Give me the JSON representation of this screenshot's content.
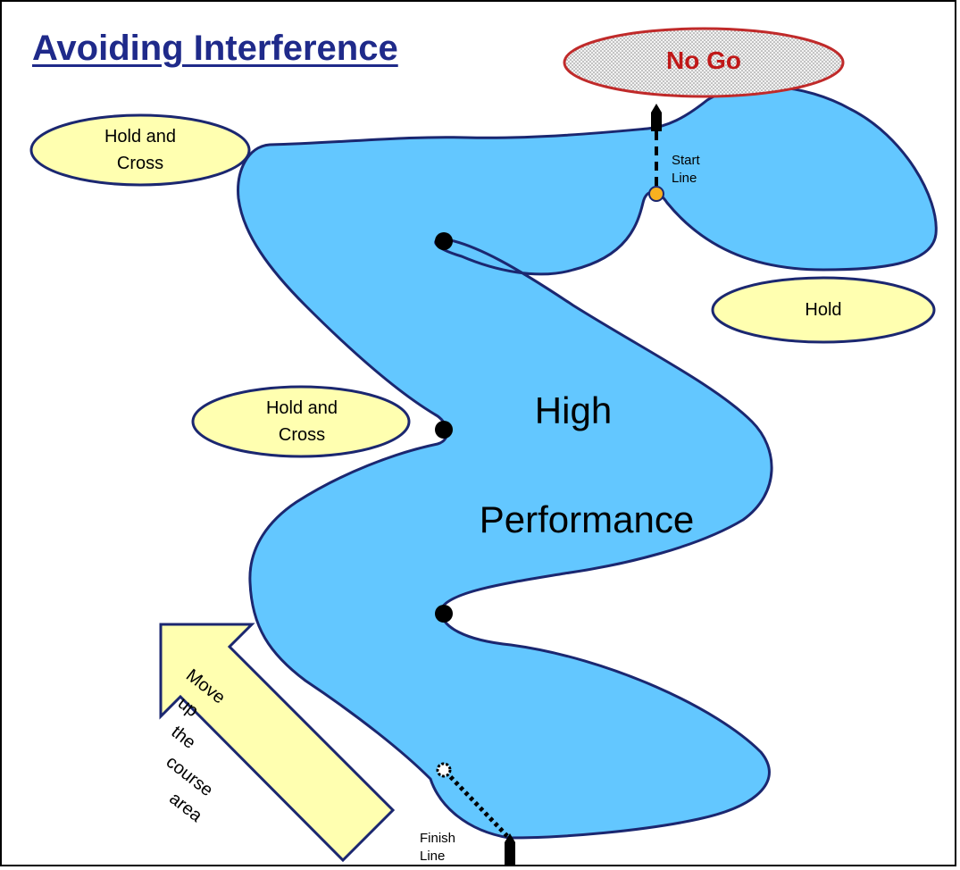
{
  "title": "Avoiding Interference",
  "zones": {
    "no_go": "No Go",
    "hold_cross_top": [
      "Hold and",
      "Cross"
    ],
    "hold_cross_mid": [
      "Hold and",
      "Cross"
    ],
    "hold": "Hold"
  },
  "course": {
    "area_label": [
      "High",
      "Performance"
    ],
    "start_line": [
      "Start",
      "Line"
    ],
    "finish_line": [
      "Finish",
      "Line"
    ]
  },
  "arrow": {
    "label": [
      "Move",
      "up",
      "the",
      "course",
      "area"
    ]
  },
  "colors": {
    "water": "#63c7ff",
    "outline": "#1b2770",
    "oval_fill": "#ffffb0",
    "title": "#1f2a8a",
    "no_go": "#c01818",
    "start_mark": "#f8b020"
  }
}
